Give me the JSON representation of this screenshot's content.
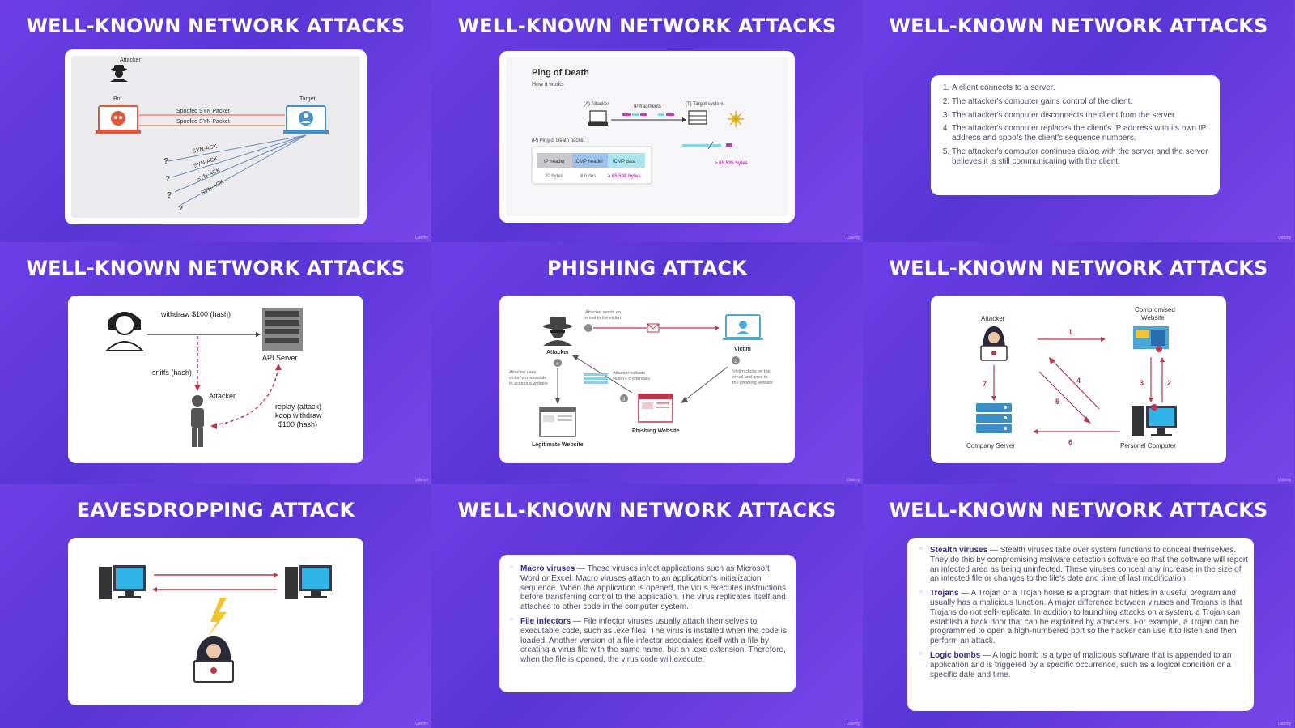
{
  "watermark": "Udemy",
  "slides": [
    {
      "title": "WELL-KNOWN NETWORK ATTACKS",
      "labels": {
        "attacker": "Attacker",
        "bot": "Bot",
        "target": "Target",
        "spoof1": "Spoofed SYN Packet",
        "spoof2": "Spoofed SYN Packet",
        "synack": "SYN-ACK",
        "q": "?"
      }
    },
    {
      "title": "WELL-KNOWN NETWORK ATTACKS",
      "labels": {
        "heading": "Ping of Death",
        "sub": "How it works",
        "attacker": "(A) Attacker",
        "fragments": "IP fragments",
        "target": "(T) Target system",
        "packet": "(P) Ping of Death packet",
        "ip_header": "IP header",
        "icmp_header": "ICMP header",
        "icmp_data": "ICMP data",
        "b20": "20 bytes",
        "b8": "8 bytes",
        "b65508": "≥ 65,508 bytes",
        "b65535": "> 65,535 bytes"
      }
    },
    {
      "title": "WELL-KNOWN NETWORK ATTACKS",
      "steps": [
        "A client connects to a server.",
        "The attacker's computer gains control of the client.",
        "The attacker's computer disconnects the client from the server.",
        "The attacker's computer replaces the client's IP address with its own IP address and spoofs the client's sequence numbers.",
        "The attacker's computer continues dialog with the server and the server believes it is still communicating with the client."
      ]
    },
    {
      "title": "WELL-KNOWN NETWORK ATTACKS",
      "labels": {
        "withdraw": "withdraw $100 (hash)",
        "api": "API Server",
        "sniffs": "sniffs (hash)",
        "attacker": "Attacker",
        "replay1": "replay (attack)",
        "replay2": "koop withdraw",
        "replay3": "$100 (hash)"
      }
    },
    {
      "title": "PHISHING ATTACK",
      "labels": {
        "attacker": "Attacker",
        "victim": "Victim",
        "sends1": "Attacker sends an",
        "sends2": "email to the victim",
        "collects1": "Attacker collects",
        "collects2": "victim's credentials",
        "uses1": "Attacker uses",
        "uses2": "victim's credentials",
        "uses3": "to access a website",
        "clicks1": "Victim clicks on the",
        "clicks2": "email and goes to",
        "clicks3": "the phishing website",
        "legit": "Legitimate Website",
        "phish": "Phishing Website",
        "n1": "1",
        "n2": "2",
        "n3": "3",
        "n4": "4"
      }
    },
    {
      "title": "WELL-KNOWN NETWORK ATTACKS",
      "labels": {
        "attacker": "Attacker",
        "compromised1": "Compromised",
        "compromised2": "Website",
        "server": "Company Server",
        "pc": "Personel Computer",
        "n1": "1",
        "n2": "2",
        "n3": "3",
        "n4": "4",
        "n5": "5",
        "n6": "6",
        "n7": "7"
      }
    },
    {
      "title": "EAVESDROPPING ATTACK"
    },
    {
      "title": "WELL-KNOWN NETWORK ATTACKS",
      "items": [
        {
          "term": "Macro viruses",
          "text": " — These viruses infect applications such as Microsoft Word or Excel. Macro viruses attach to an application's initialization sequence. When the application is opened, the virus executes instructions before transferring control to the application. The virus replicates itself and attaches to other code in the computer system."
        },
        {
          "term": "File infectors",
          "text": " — File infector viruses usually attach themselves to executable code, such as .exe files. The virus is installed when the code is loaded. Another version of a file infector associates itself with a file by creating a virus file with the same name, but an .exe extension. Therefore, when the file is opened, the virus code will execute."
        }
      ]
    },
    {
      "title": "WELL-KNOWN NETWORK ATTACKS",
      "items": [
        {
          "term": "Stealth viruses",
          "text": " — Stealth viruses take over system functions to conceal themselves. They do this by compromising malware detection software so that the software will report an infected area as being uninfected. These viruses conceal any increase in the size of an infected file or changes to the file's date and time of last modification."
        },
        {
          "term": "Trojans",
          "text": " — A Trojan or a Trojan horse is a program that hides in a useful program and usually has a malicious function. A major difference between viruses and Trojans is that Trojans do not self-replicate. In addition to launching attacks on a system, a Trojan can establish a back door that can be exploited by attackers. For example, a Trojan can be programmed to open a high-numbered port so the hacker can use it to listen and then perform an attack."
        },
        {
          "term": "Logic bombs",
          "text": " — A logic bomb is a type of malicious software that is appended to an application and is triggered by a specific occurrence, such as a logical condition or a specific date and time."
        }
      ]
    }
  ]
}
